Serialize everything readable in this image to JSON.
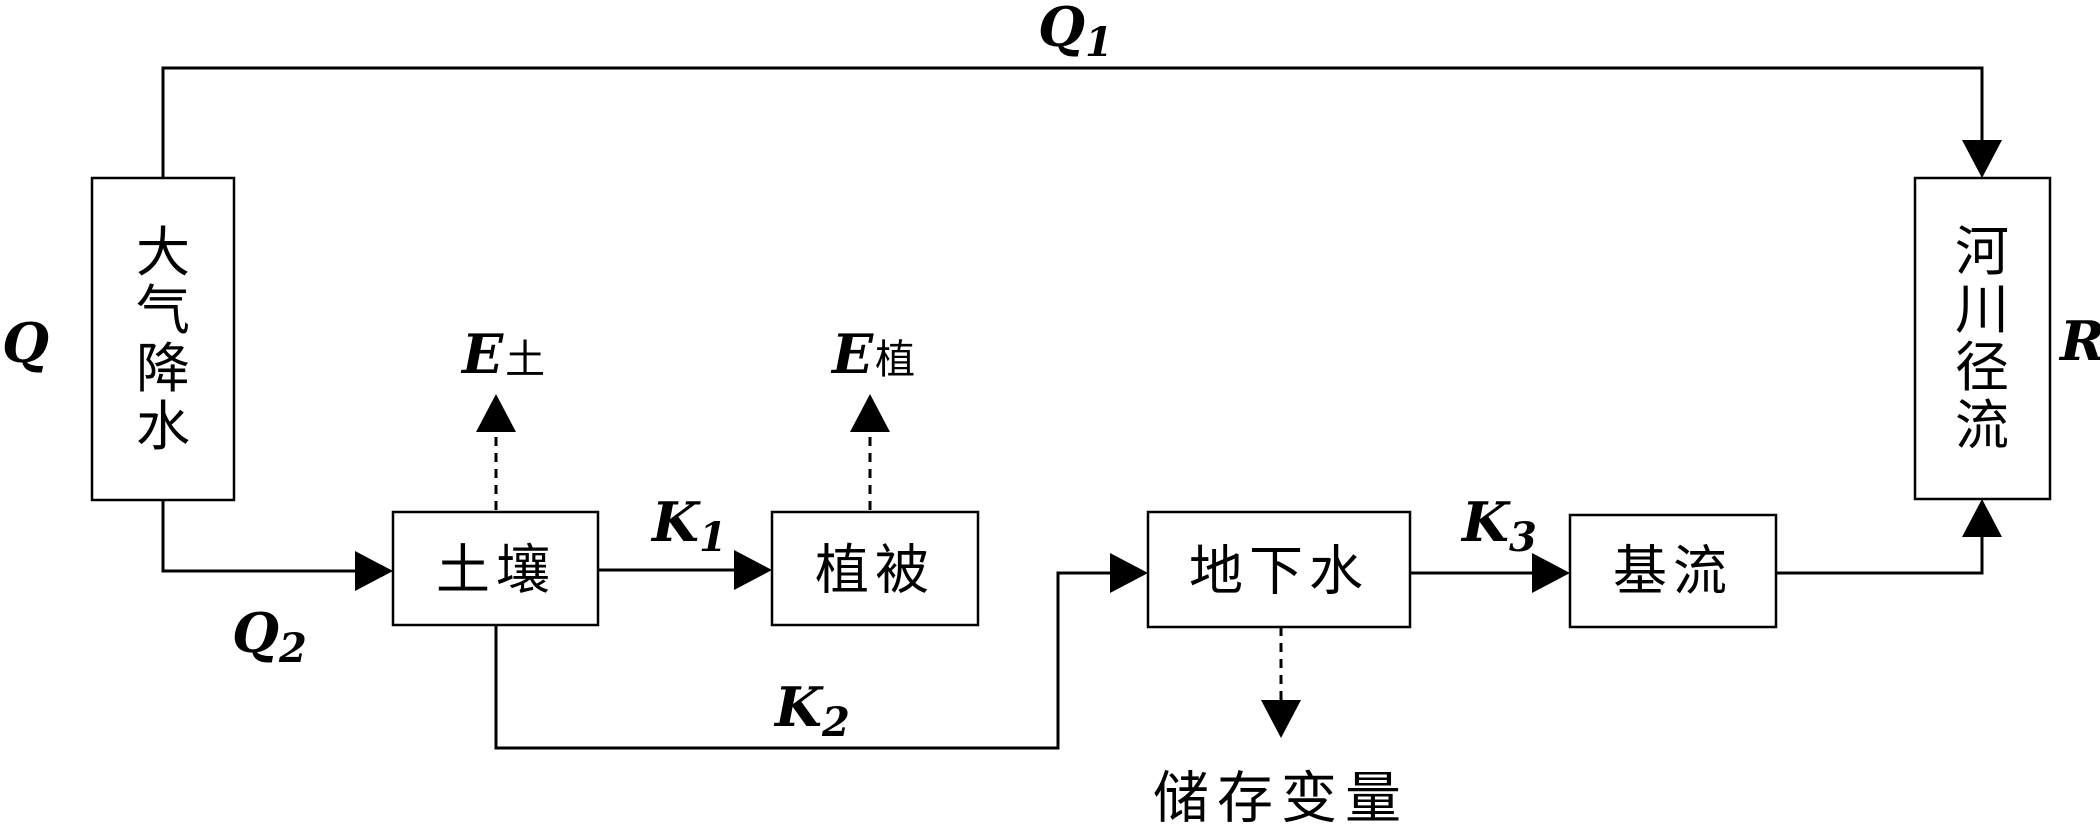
{
  "boxes": {
    "precipitation": "大气降水",
    "soil": "土壤",
    "vegetation": "植被",
    "groundwater": "地下水",
    "baseflow": "基流",
    "runoff": "河川径流"
  },
  "variables": {
    "Q": "Q",
    "Q1": {
      "base": "Q",
      "sub": "1"
    },
    "Q2": {
      "base": "Q",
      "sub": "2"
    },
    "K1": {
      "base": "K",
      "sub": "1"
    },
    "K2": {
      "base": "K",
      "sub": "2"
    },
    "K3": {
      "base": "K",
      "sub": "3"
    },
    "R": "R",
    "E_soil": {
      "base": "E",
      "sub": "土"
    },
    "E_veg": {
      "base": "E",
      "sub": "植"
    }
  },
  "outputs": {
    "storage_change": "储存变量"
  }
}
